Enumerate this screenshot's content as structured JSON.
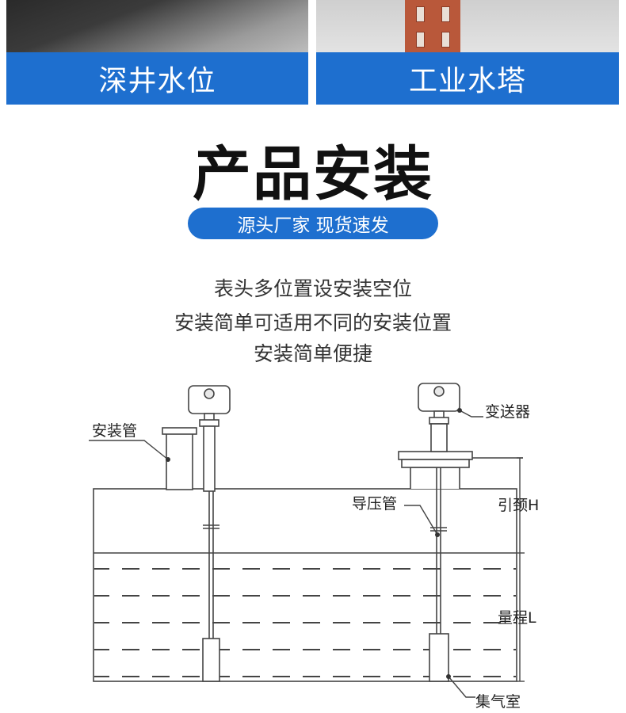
{
  "top_panels": {
    "left_label": "深井水位",
    "right_label": "工业水塔"
  },
  "section": {
    "title": "产品安装",
    "tagline": "源头厂家 现货速发"
  },
  "description": {
    "line1": "表头多位置设安装空位",
    "line2": "安装简单可适用不同的安装位置",
    "line3": "安装简单便捷"
  },
  "diagram": {
    "label_install_pipe": "安装管",
    "label_transmitter": "变送器",
    "label_pressure_pipe": "导压管",
    "label_neck": "引颈H",
    "label_range": "量程L",
    "label_air_chamber": "集气室"
  }
}
